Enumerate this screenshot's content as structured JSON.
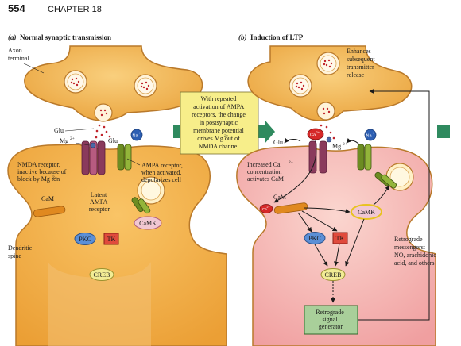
{
  "page": {
    "number": "554",
    "chapter": "CHAPTER 18"
  },
  "panel_a": {
    "title_letter": "(a)",
    "title": "Normal synaptic transmission",
    "labels": {
      "axon_terminal": [
        "Axon",
        "terminal"
      ],
      "glu": "Glu",
      "mg": "Mg",
      "glu_right": "Glu",
      "na": "Na",
      "nmda": [
        "NMDA receptor,",
        "inactive because of",
        "block by Mg   ion"
      ],
      "ampa": [
        "AMPA receptor,",
        "when activated,",
        "depolarizes cell"
      ],
      "cam": "CaM",
      "latent": [
        "Latent",
        "AMPA",
        "receptor"
      ],
      "camk": "CaMK",
      "pkc": "PKC",
      "tk": "TK",
      "creb": "CREB",
      "dendritic_spine": [
        "Dendritic",
        "spine"
      ]
    }
  },
  "callout": [
    "With repeated",
    "activation of AMPA",
    "receptors, the change",
    "in postsynaptic",
    "membrane potential",
    "drives Mg   out of",
    "NMDA channel."
  ],
  "panel_b": {
    "title_letter": "(b)",
    "title": "Induction of LTP",
    "labels": {
      "enhances": [
        "Enhances",
        "subsequent",
        "transmitter",
        "release"
      ],
      "glu": "Glu",
      "ca": "Ca",
      "mg": "Mg",
      "na": "Na",
      "increased": [
        "Increased Ca",
        "concentration",
        "activates CaM"
      ],
      "cam": "CaM",
      "ca_small": "Ca",
      "camk": "CaMK",
      "pkc": "PKC",
      "tk": "TK",
      "creb": "CREB",
      "generator": [
        "Retrograde",
        "signal",
        "generator"
      ],
      "retrograde": [
        "Retrograde",
        "messengers:",
        "NO, arachidonic",
        "acid, and others"
      ]
    }
  },
  "superscripts": {
    "two_plus": "2+",
    "plus": "+"
  },
  "colors": {
    "terminal": "#f2b04a",
    "terminal_edge": "#b9792a",
    "spine_a": "#f3ad45",
    "spine_b": "#f4b7ad",
    "green_arrow": "#2f8a5f",
    "callout_bg": "#f7ee8a",
    "generator_bg": "#a9cf9a",
    "pkc_blue": "#5b8fd6",
    "tk_red": "#e04a3c",
    "camk_pink": "#f1c7d2",
    "creb_yellow": "#f2ec95",
    "ca_red": "#d62828"
  }
}
